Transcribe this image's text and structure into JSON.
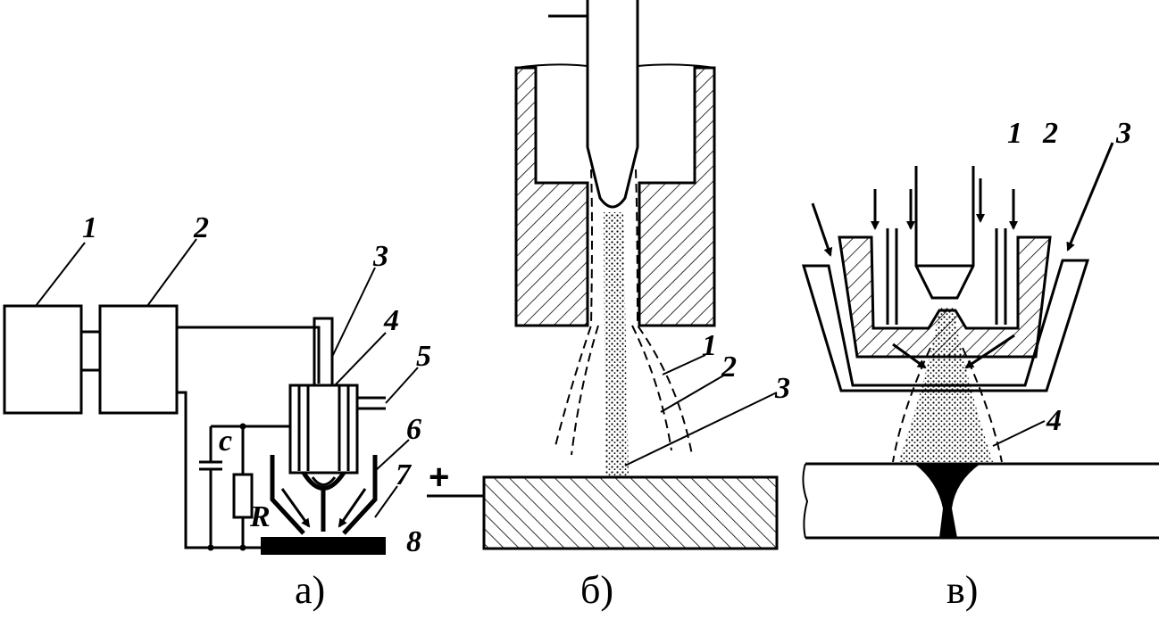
{
  "figure": {
    "panel_a": {
      "caption": "а)",
      "labels": [
        "1",
        "2",
        "3",
        "4",
        "5",
        "6",
        "7",
        "8"
      ],
      "capacitor_label": "c",
      "resistor_label": "R"
    },
    "panel_b": {
      "caption": "б)",
      "plus_sign": "+",
      "labels": [
        "1",
        "2",
        "3"
      ]
    },
    "panel_c": {
      "caption": "в)",
      "labels": [
        "1",
        "2",
        "3",
        "4"
      ]
    }
  }
}
